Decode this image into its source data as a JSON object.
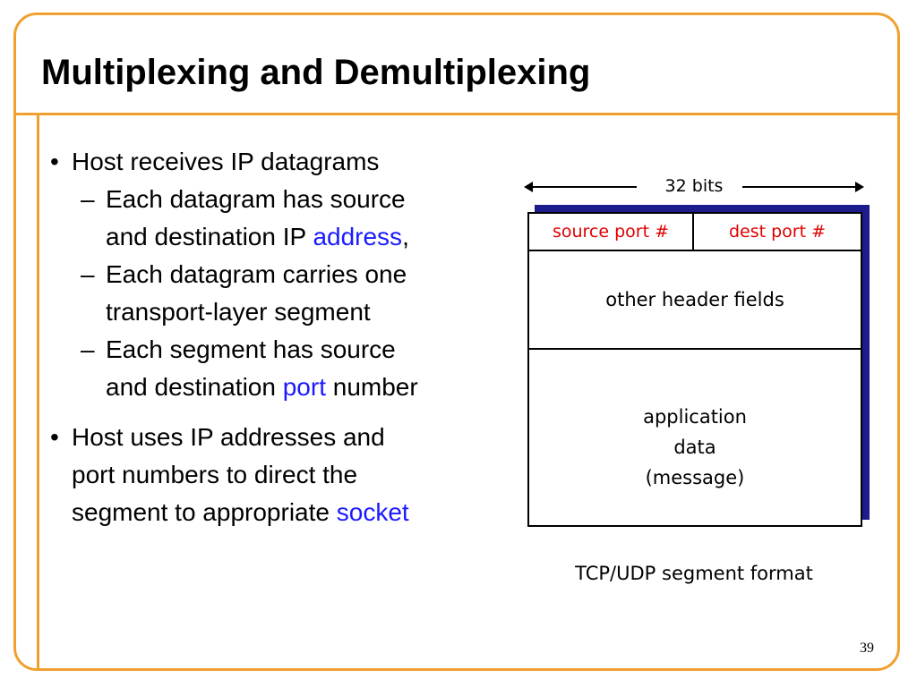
{
  "slide": {
    "title": "Multiplexing and Demultiplexing",
    "page_number": "39",
    "accent_color": "#f0a030",
    "highlight_color": "#1a1aff"
  },
  "bullets": [
    {
      "text": "Host receives IP datagrams",
      "subs": [
        {
          "parts": [
            "Each datagram has source",
            "and destination IP ",
            "address",
            ","
          ]
        },
        {
          "parts": [
            "Each datagram carries one",
            "transport-layer segment"
          ]
        },
        {
          "parts": [
            "Each segment has source",
            "and destination ",
            "port",
            " number"
          ]
        }
      ]
    },
    {
      "parts": [
        "Host uses IP addresses and",
        "port numbers to direct the",
        "segment to appropriate ",
        "socket"
      ]
    }
  ],
  "diagram": {
    "width_label": "32 bits",
    "source_port": "source port #",
    "dest_port": "dest port #",
    "header": "other header fields",
    "data_lines": [
      "application",
      "data",
      "(message)"
    ],
    "caption": "TCP/UDP segment format",
    "port_text_color": "#e00000",
    "shadow_color": "#1c1c8c"
  }
}
